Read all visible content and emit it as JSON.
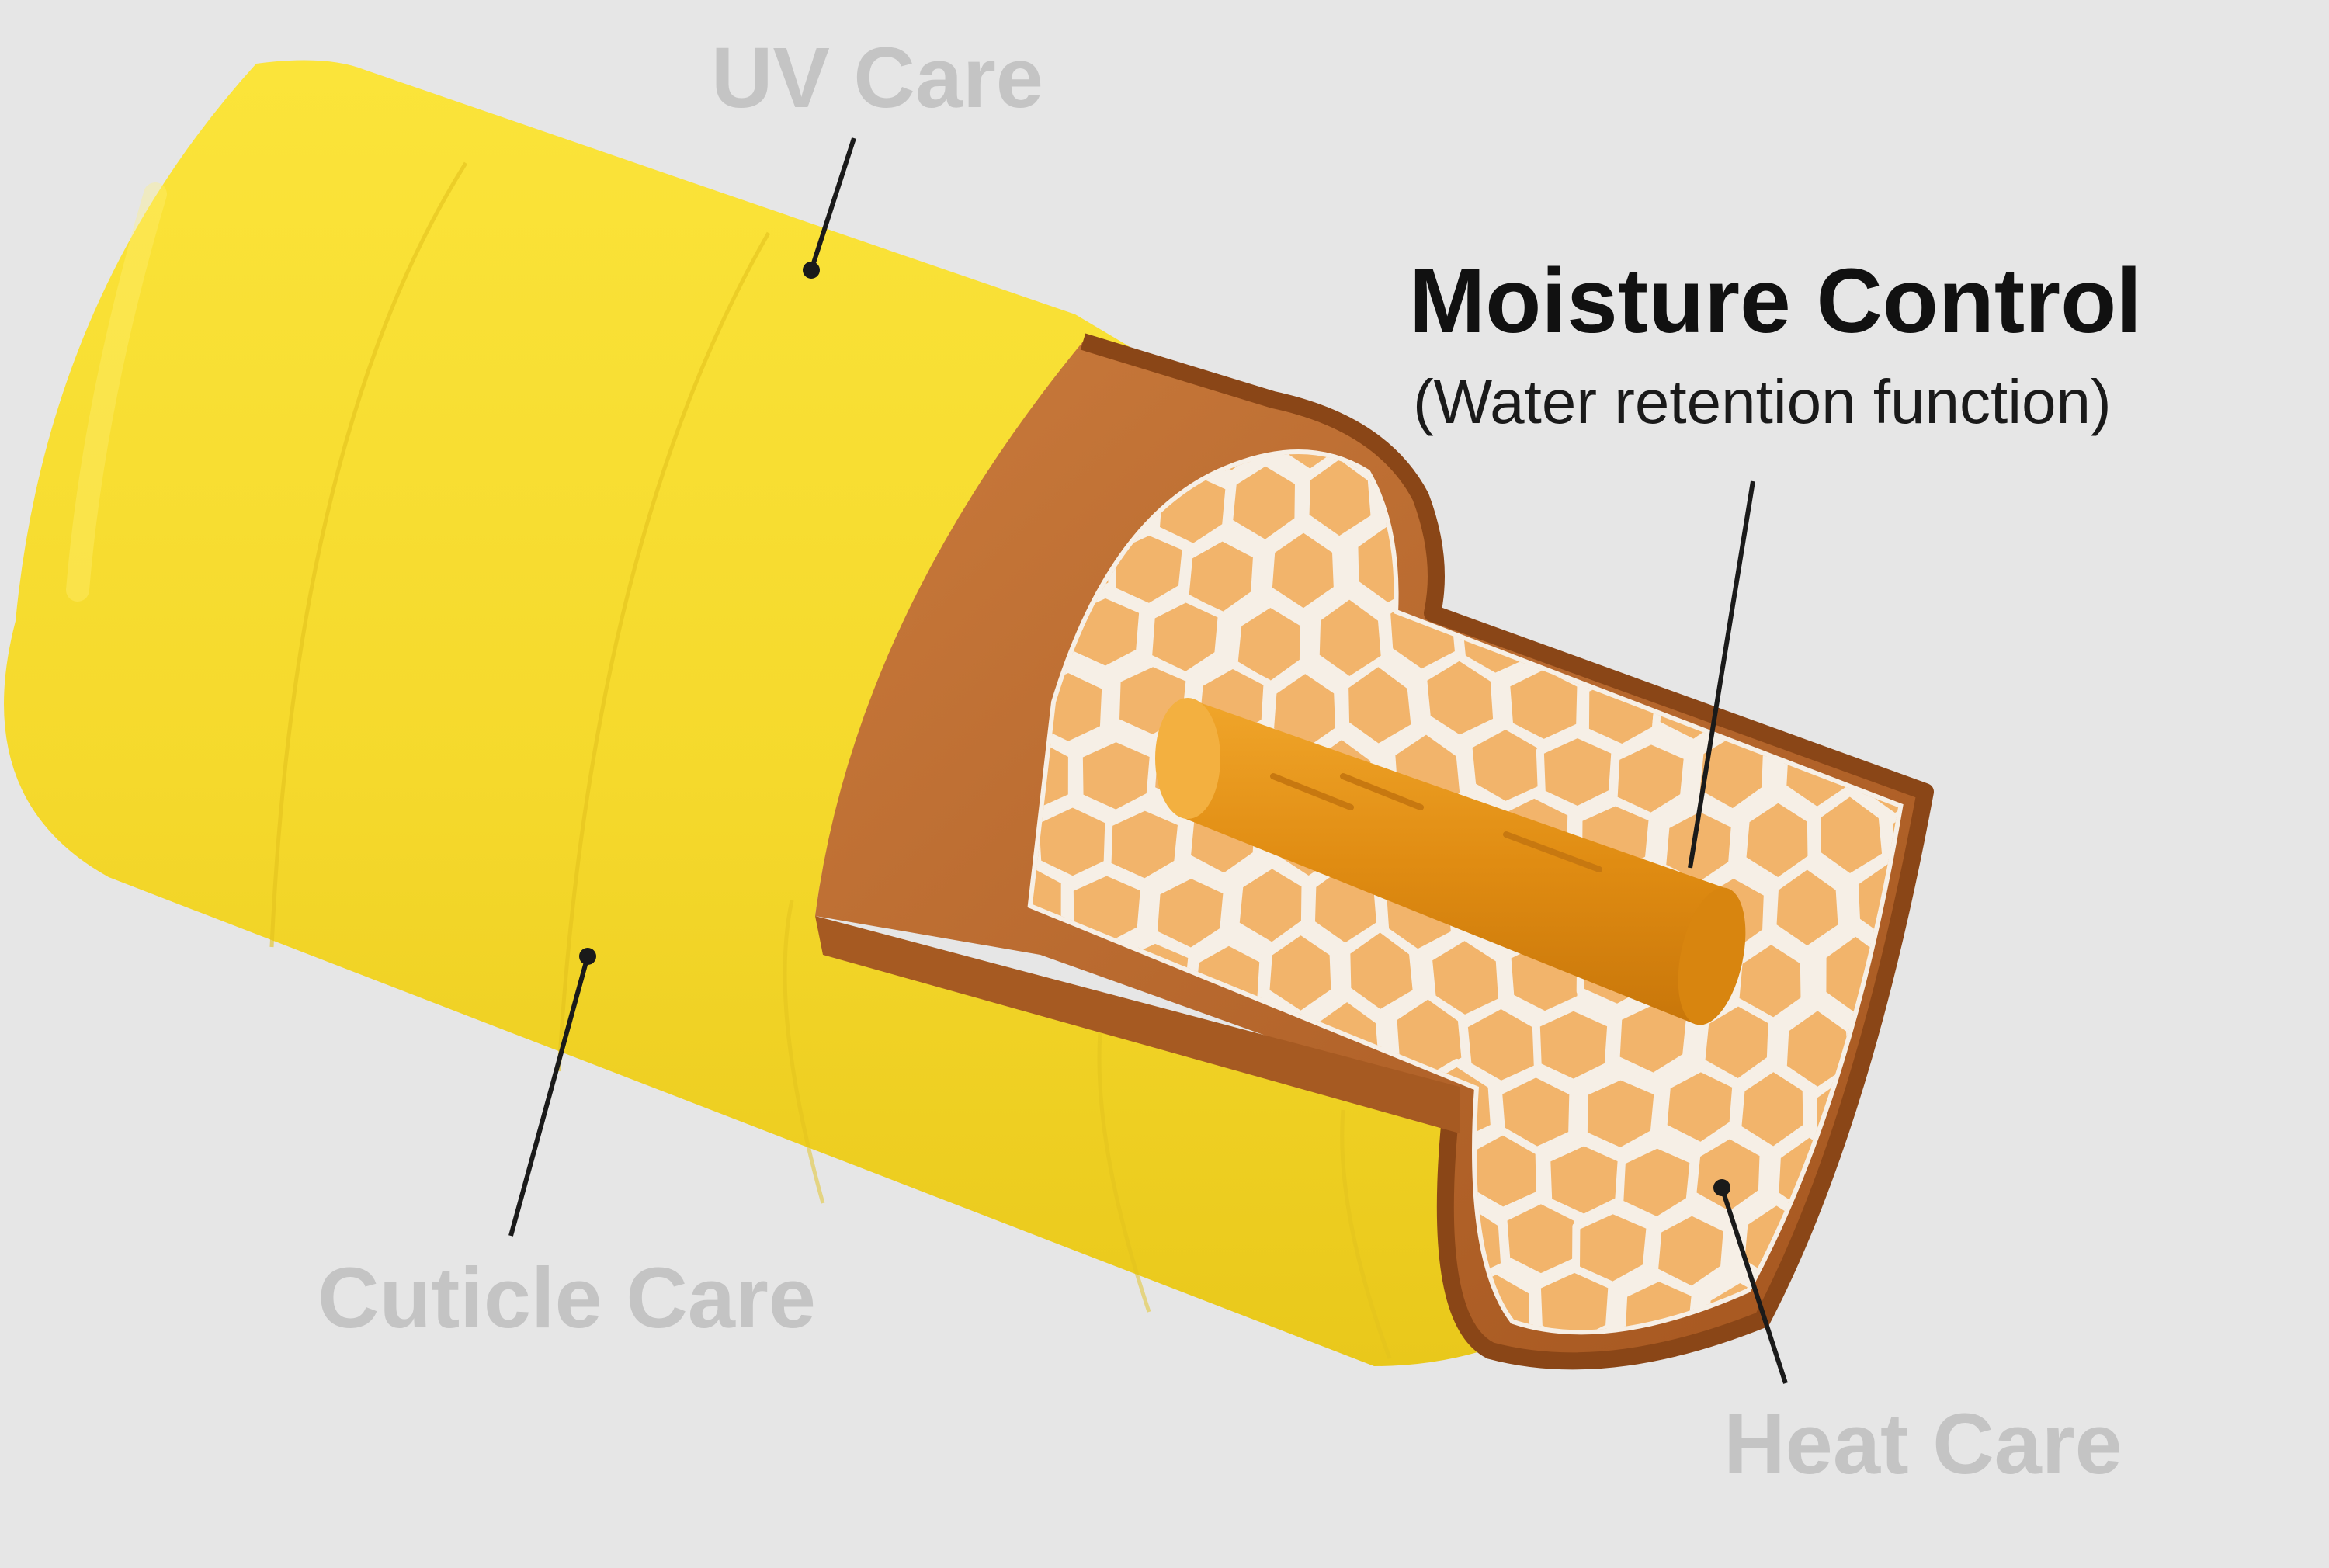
{
  "labels": {
    "uv_care": "UV Care",
    "moisture_title": "Moisture Control",
    "moisture_subtitle": "(Water retention function)",
    "cuticle_care": "Cuticle Care",
    "heat_care": "Heat Care"
  },
  "colors": {
    "background": "#e6e6e6",
    "cuticle_yellow": "#f6d92a",
    "cortex_brown": "#b8662e",
    "cortex_rim": "#8a4617",
    "cell_fill": "#f2b46b",
    "cell_border": "#f6efe6",
    "medulla_orange": "#e39018",
    "label_muted": "#c4c4c4",
    "label_strong": "#111111",
    "leader_line": "#1a1a1a"
  }
}
